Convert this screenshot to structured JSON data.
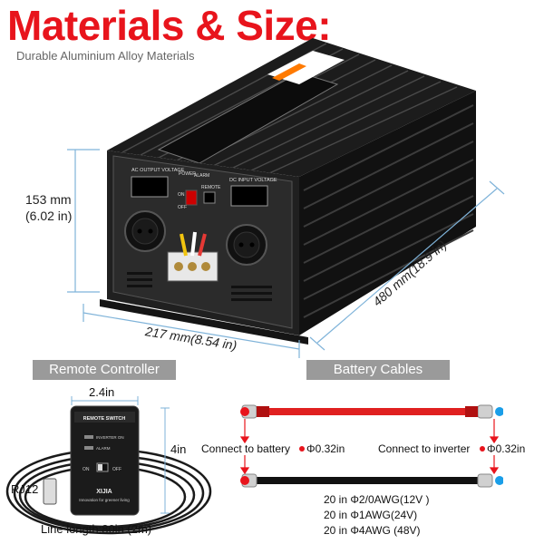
{
  "header": {
    "title": "Materials & Size:",
    "subtitle": "Durable Aluminium Alloy Materials"
  },
  "inverter": {
    "height_label": "153 mm",
    "height_inch": "(6.02 in)",
    "width_label": "217 mm(8.54 in)",
    "length_label": "480 mm(18.9 in)",
    "panel": {
      "ac_output": "AC OUTPUT  VOLTAGE",
      "dc_input": "DC INPUT  VOLTAGE",
      "power": "POWER",
      "alarm": "ALARM",
      "remote": "REMOTE",
      "on": "ON",
      "off": "OFF"
    }
  },
  "sections": {
    "remote": "Remote Controller",
    "cables": "Battery Cables"
  },
  "remote": {
    "width": "2.4in",
    "height": "4in",
    "connector": "RJ12",
    "line_length": "Line length:80in (2m)",
    "device": {
      "title": "REMOTE SWITCH",
      "inverter_on": "INVERTER ON",
      "alarm": "ALARM",
      "on": "ON",
      "off": "OFF",
      "brand": "XIJIA",
      "slogan": "Innovation for greener living"
    }
  },
  "cables": {
    "connect_battery": "Connect to battery",
    "connect_inverter": "Connect to inverter",
    "diam_battery": "Φ0.32in",
    "diam_inverter": "Φ0.32in",
    "specs": [
      "20 in Φ2/0AWG(12V )",
      "20 in Φ1AWG(24V)",
      "20 in Φ4AWG (48V)"
    ],
    "colors": {
      "red": "#e02020",
      "black": "#111111",
      "dot_red": "#e8141c",
      "dot_blue": "#1a9ee8"
    }
  }
}
